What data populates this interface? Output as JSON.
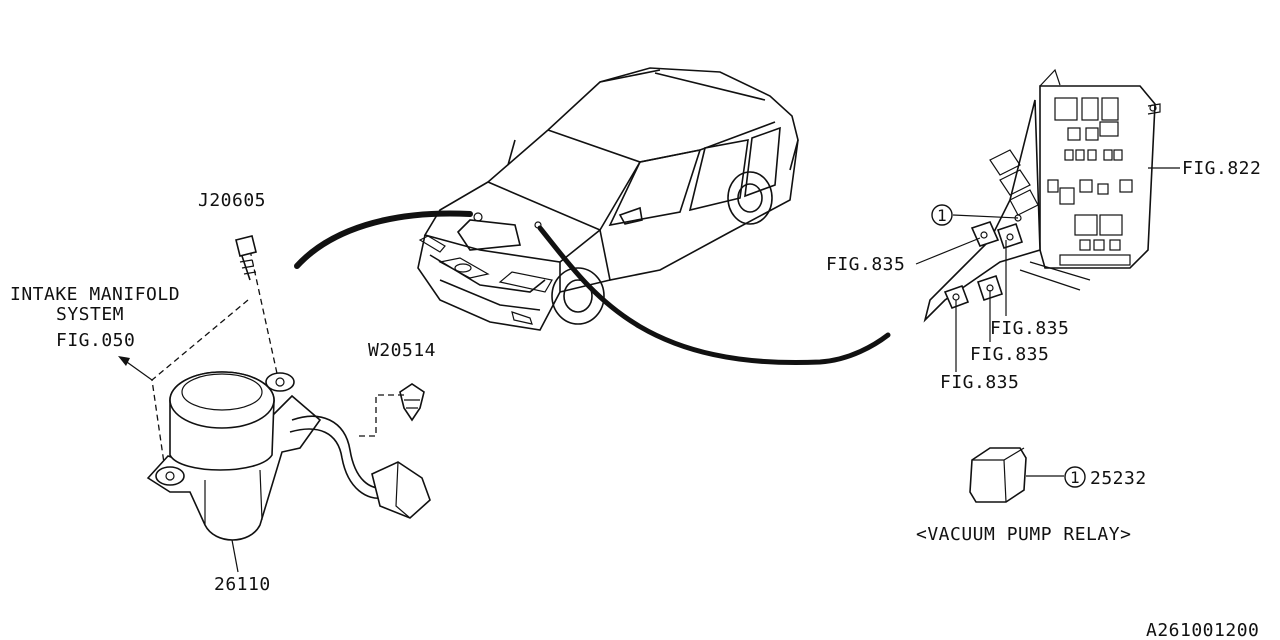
{
  "labels": {
    "intake_manifold_line1": "INTAKE MANIFOLD",
    "intake_manifold_line2": "SYSTEM",
    "fig_050": "FIG.050",
    "bolt": "J20605",
    "clip": "W20514",
    "pump_part": "26110",
    "fig_822": "FIG.822",
    "fig_835_a": "FIG.835",
    "fig_835_b": "FIG.835",
    "fig_835_c": "FIG.835",
    "fig_835_d": "FIG.835",
    "ref_num_box": "1",
    "ref_num_relay": "1",
    "relay_part": "25232",
    "relay_caption": "<VACUUM PUMP RELAY>",
    "diagram_id": "A261001200"
  }
}
